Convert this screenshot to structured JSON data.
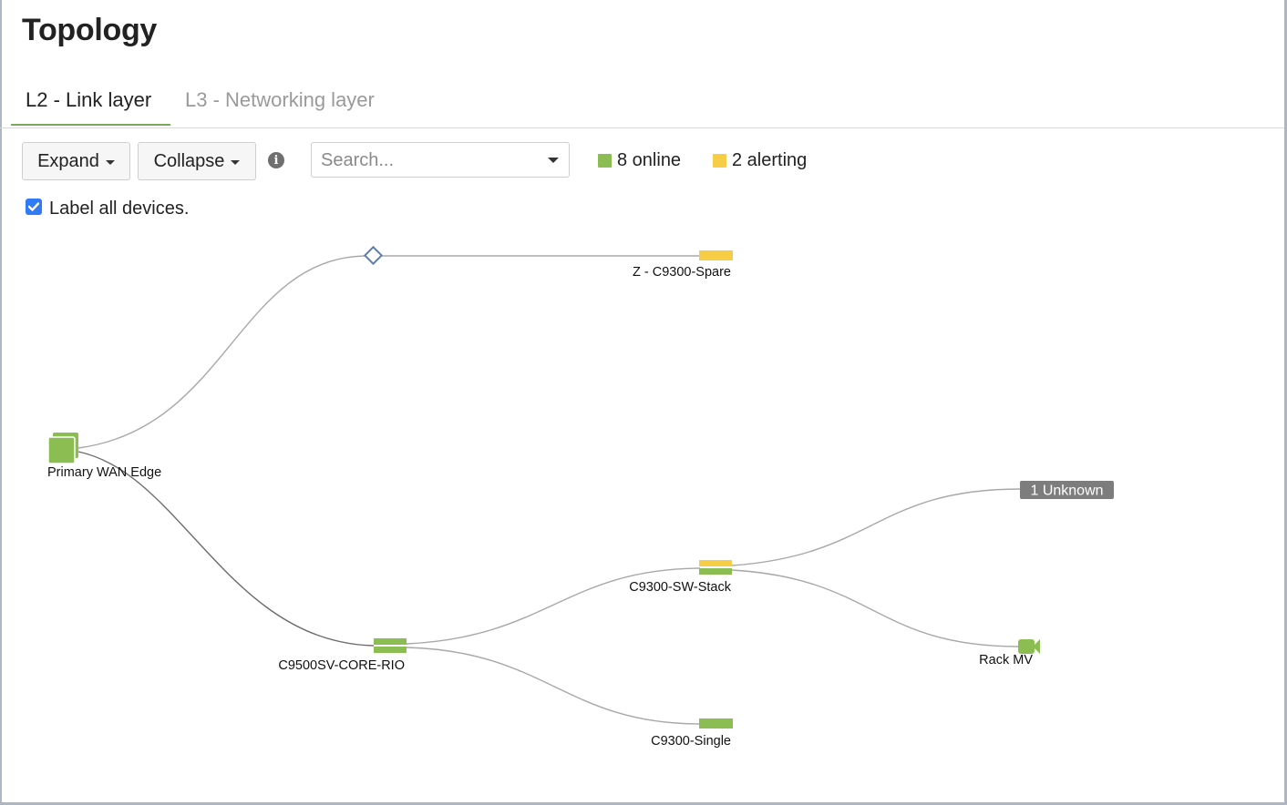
{
  "header": {
    "title": "Topology"
  },
  "tabs": [
    {
      "label": "L2 - Link layer",
      "active": true
    },
    {
      "label": "L3 - Networking layer",
      "active": false
    }
  ],
  "toolbar": {
    "expand_label": "Expand",
    "collapse_label": "Collapse",
    "info_icon": "i",
    "search": {
      "placeholder": "Search...",
      "value": ""
    },
    "legend": [
      {
        "label": "8 online",
        "color": "#8bbd52"
      },
      {
        "label": "2 alerting",
        "color": "#f7cd45"
      }
    ],
    "label_all_devices": {
      "label": "Label all devices.",
      "checked": true
    }
  },
  "colors": {
    "online": "#8bbd52",
    "alerting": "#f7cd45",
    "edge": "#a8a8a8",
    "edge_dark": "#6d6d6d",
    "junction": "#5b7fb0",
    "unknown_badge": "#7d7d7d",
    "tab_active_underline": "#7ba95a"
  },
  "graph": {
    "nodes": [
      {
        "id": "primary-wan-edge",
        "label": "Primary WAN Edge",
        "type": "appliance",
        "status": "online"
      },
      {
        "id": "junction",
        "label": "",
        "type": "junction",
        "status": ""
      },
      {
        "id": "z-c9300-spare",
        "label": "Z - C9300-Spare",
        "type": "switch",
        "status": "alerting"
      },
      {
        "id": "c9500sv-core-rio",
        "label": "C9500SV-CORE-RIO",
        "type": "switch-stack",
        "status": "online"
      },
      {
        "id": "c9300-sw-stack",
        "label": "C9300-SW-Stack",
        "type": "switch-stack",
        "status": "alerting"
      },
      {
        "id": "c9300-single",
        "label": "C9300-Single",
        "type": "switch",
        "status": "online"
      },
      {
        "id": "rack-mv",
        "label": "Rack MV",
        "type": "camera",
        "status": "online"
      },
      {
        "id": "unknown",
        "label": "1 Unknown",
        "type": "unknown-badge",
        "status": "unknown"
      }
    ],
    "edges": [
      [
        "primary-wan-edge",
        "junction"
      ],
      [
        "junction",
        "z-c9300-spare"
      ],
      [
        "primary-wan-edge",
        "c9500sv-core-rio"
      ],
      [
        "c9500sv-core-rio",
        "c9300-sw-stack"
      ],
      [
        "c9500sv-core-rio",
        "c9300-single"
      ],
      [
        "c9300-sw-stack",
        "unknown"
      ],
      [
        "c9300-sw-stack",
        "rack-mv"
      ]
    ]
  }
}
